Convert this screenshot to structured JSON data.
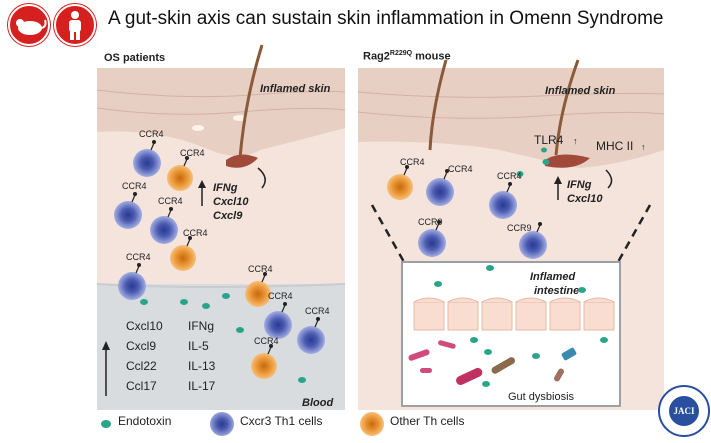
{
  "title": "A gut-skin axis can sustain skin inflammation in Omenn Syndrome",
  "left_panel": {
    "label": "OS patients",
    "skin_label": "Inflamed skin",
    "skin_cytokines": [
      "IFNg",
      "Cxcl10",
      "Cxcl9"
    ],
    "blood_label": "Blood",
    "blood_cytokines_col1": [
      "Cxcl10",
      "Cxcl9",
      "Ccl22",
      "Ccl17"
    ],
    "blood_cytokines_col2": [
      "IFNg",
      "IL-5",
      "IL-13",
      "IL-17"
    ],
    "receptor": "CCR4"
  },
  "right_panel": {
    "label_main": "Rag2",
    "label_sup": "R229Q",
    "label_tail": " mouse",
    "skin_label": "Inflamed skin",
    "tlr_label": "TLR4",
    "mhc_label": "MHC II",
    "skin_cytokines": [
      "IFNg",
      "Cxcl10"
    ],
    "receptor_ccr4": "CCR4",
    "receptor_ccr9": "CCR9",
    "intestine_label_1": "Inflamed",
    "intestine_label_2": "intestine",
    "dysbiosis_label": "Gut dysbiosis"
  },
  "legend": {
    "endotoxin": "Endotoxin",
    "th1": "Cxcr3 Th1 cells",
    "other_th": "Other Th cells"
  },
  "logo_text": "JACI",
  "colors": {
    "title_icon_bg": "#d62020",
    "skin": "#f2dcd3",
    "tissue": "#f4e4dc",
    "blood": "#d9dcdf",
    "th1_cell": "#5f6fc0",
    "other_th_cell": "#e99a3c",
    "endotoxin": "#2aa58a"
  },
  "icons": [
    "mouse-icon",
    "human-icon",
    "jaci-logo"
  ]
}
